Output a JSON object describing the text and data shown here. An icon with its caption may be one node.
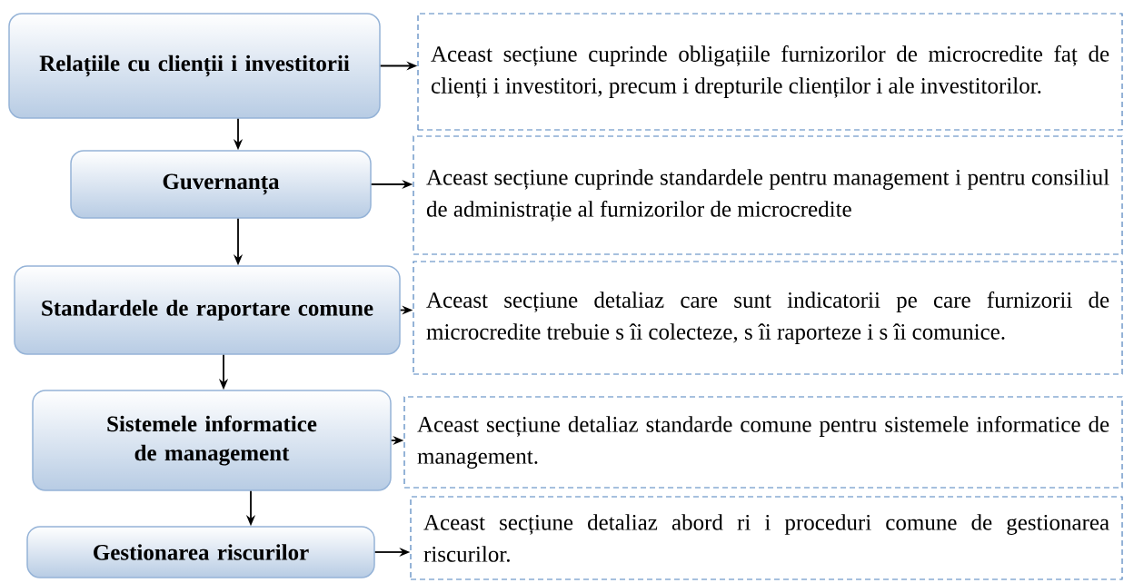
{
  "diagram": {
    "nodes": [
      {
        "text": [
          "Relațiile cu clienții i investitorii"
        ]
      },
      {
        "text": [
          "Guvernanța"
        ]
      },
      {
        "text": [
          "Standardele de raportare comune"
        ]
      },
      {
        "text": [
          "Sistemele informatice de management"
        ]
      },
      {
        "text": [
          "Gestionarea riscurilor"
        ]
      },
      {
        "text": [
          "Aceast secțiune cuprinde obligațiile furnizorilor de microcredite faț de clienți i investitori, precum i drepturile clienților i ale investitorilor."
        ]
      },
      {
        "text": [
          "Aceast secțiune cuprinde standardele pentru management i pentru consiliul de administrație al furnizorilor de microcredite"
        ]
      },
      {
        "text": [
          "Aceast secțiune detaliaz care sunt indicatorii pe care furnizorii de microcredite trebuie s îi colecteze, s îi raporteze i s îi comunice."
        ]
      },
      {
        "text": [
          "Aceast secțiune detaliaz standarde comune pentru sistemele informatice de management."
        ]
      },
      {
        "text": [
          "Aceast secțiune detaliaz abord ri i proceduri comune de gestionarea riscurilor."
        ]
      }
    ],
    "edges": [
      {
        "from": 0,
        "to": 1,
        "arrow": "to"
      },
      {
        "from": 1,
        "to": 2,
        "arrow": "to"
      },
      {
        "from": 2,
        "to": 3,
        "arrow": "to"
      },
      {
        "from": 3,
        "to": 4,
        "arrow": "to"
      },
      {
        "from": 0,
        "to": 5,
        "arrow": "to"
      },
      {
        "from": 1,
        "to": 6,
        "arrow": "to"
      },
      {
        "from": 2,
        "to": 7,
        "arrow": "to"
      },
      {
        "from": 3,
        "to": 8,
        "arrow": "to"
      },
      {
        "from": 4,
        "to": 9,
        "arrow": "to"
      }
    ]
  }
}
